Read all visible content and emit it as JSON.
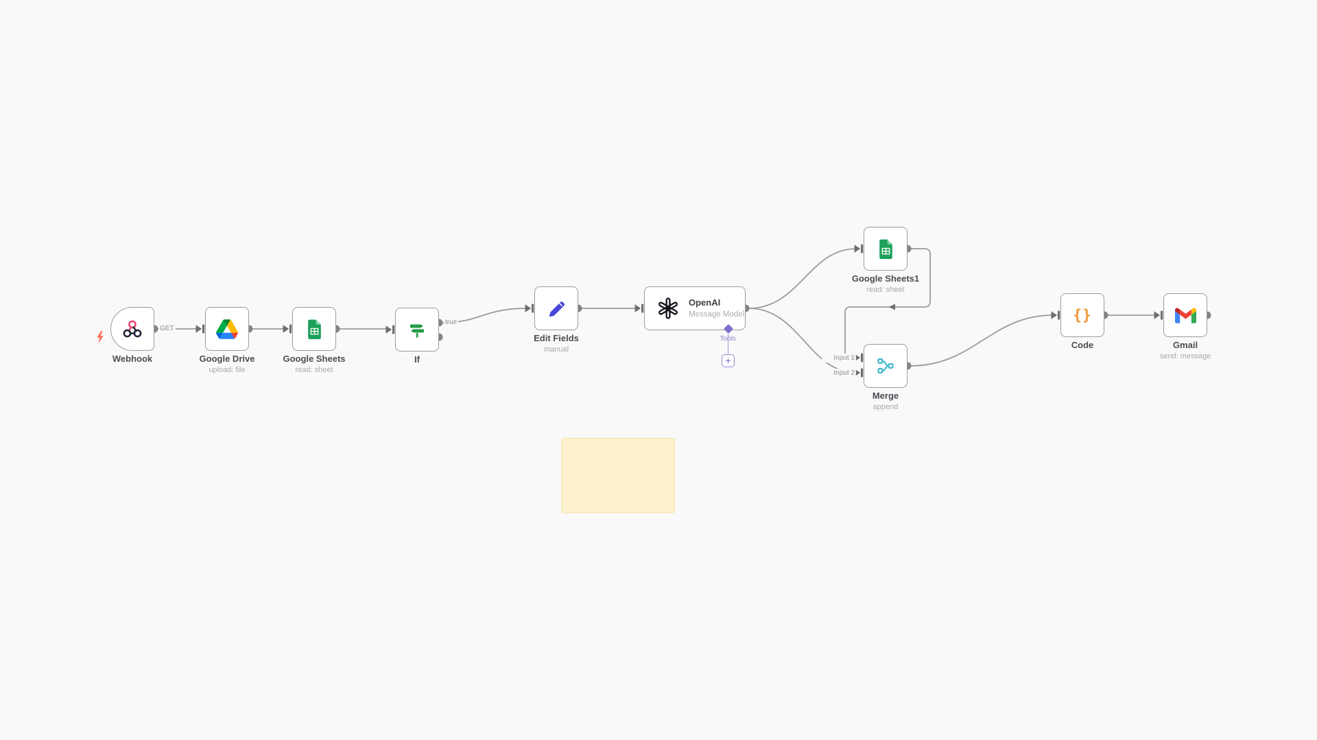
{
  "app": {
    "name": "n8n workflow canvas"
  },
  "canvas": {
    "background": "#f9f9f9",
    "sticky_note_color": "#fcf1cc"
  },
  "nodes": [
    {
      "id": "webhook",
      "label": "Webhook",
      "subtitle": ""
    },
    {
      "id": "google-drive",
      "label": "Google Drive",
      "subtitle": "upload: file"
    },
    {
      "id": "google-sheets",
      "label": "Google Sheets",
      "subtitle": "read: sheet"
    },
    {
      "id": "if",
      "label": "If",
      "subtitle": ""
    },
    {
      "id": "edit-fields",
      "label": "Edit Fields",
      "subtitle": "manual"
    },
    {
      "id": "openai",
      "label": "OpenAI",
      "subtitle": "Message Model"
    },
    {
      "id": "google-sheets1",
      "label": "Google Sheets1",
      "subtitle": "read: sheet"
    },
    {
      "id": "merge",
      "label": "Merge",
      "subtitle": "append"
    },
    {
      "id": "code",
      "label": "Code",
      "subtitle": ""
    },
    {
      "id": "gmail",
      "label": "Gmail",
      "subtitle": "send: message"
    }
  ],
  "connection_labels": {
    "webhook_method": "GET",
    "if_true": "true",
    "merge_input_1": "Input 1",
    "merge_input_2": "Input 2"
  },
  "tools_connector": {
    "label": "Tools",
    "add_button": "+"
  },
  "icons": {
    "code_braces": "{}"
  },
  "colors": {
    "node_border": "#9a9a9e",
    "connection": "#9b9b9b",
    "handle_dot": "#848487",
    "input_arrow": "#6e6e72",
    "tools_purple": "#7b6fd0",
    "webhook_pink": "#ea4b71",
    "webhook_dark": "#23233a",
    "if_green": "#249d47",
    "sheets_green": "#1ca05a",
    "pencil_blue": "#4845d8",
    "merge_teal": "#3fb9cb",
    "code_orange": "#ef9430",
    "bolt_orange": "#ff6f5c"
  }
}
